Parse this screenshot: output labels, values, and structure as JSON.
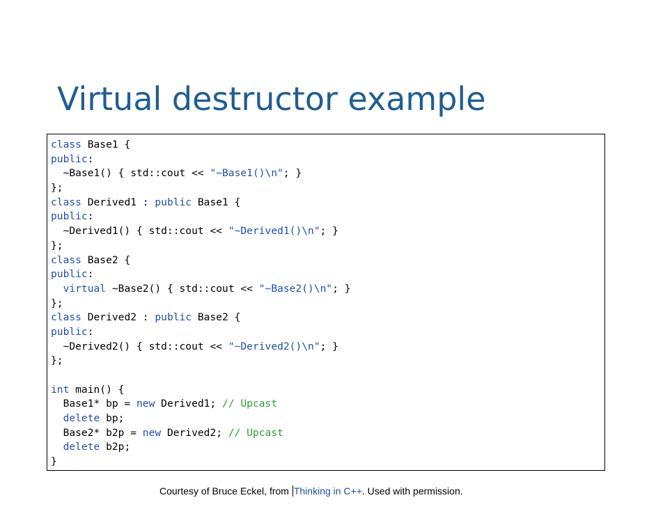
{
  "slide": {
    "title": "Virtual destructor example"
  },
  "colors": {
    "title": "#1f5d93",
    "keyword": "#1f4fa8",
    "string": "#1f4fa8",
    "comment": "#2f9a3a",
    "text": "#000000"
  },
  "code": {
    "lines": [
      [
        {
          "t": "keyword",
          "s": "class"
        },
        {
          "t": "plain",
          "s": " Base1 {"
        }
      ],
      [
        {
          "t": "keyword",
          "s": "public"
        },
        {
          "t": "plain",
          "s": ":"
        }
      ],
      [
        {
          "t": "plain",
          "s": "  ~Base1() { std::cout << "
        },
        {
          "t": "string",
          "s": "\"~Base1()\\n\""
        },
        {
          "t": "plain",
          "s": "; }"
        }
      ],
      [
        {
          "t": "plain",
          "s": "};"
        }
      ],
      [
        {
          "t": "keyword",
          "s": "class"
        },
        {
          "t": "plain",
          "s": " Derived1 : "
        },
        {
          "t": "keyword",
          "s": "public"
        },
        {
          "t": "plain",
          "s": " Base1 {"
        }
      ],
      [
        {
          "t": "keyword",
          "s": "public"
        },
        {
          "t": "plain",
          "s": ":"
        }
      ],
      [
        {
          "t": "plain",
          "s": "  ~Derived1() { std::cout << "
        },
        {
          "t": "string",
          "s": "\"~Derived1()\\n\""
        },
        {
          "t": "plain",
          "s": "; }"
        }
      ],
      [
        {
          "t": "plain",
          "s": "};"
        }
      ],
      [
        {
          "t": "keyword",
          "s": "class"
        },
        {
          "t": "plain",
          "s": " Base2 {"
        }
      ],
      [
        {
          "t": "keyword",
          "s": "public"
        },
        {
          "t": "plain",
          "s": ":"
        }
      ],
      [
        {
          "t": "plain",
          "s": "  "
        },
        {
          "t": "keyword",
          "s": "virtual"
        },
        {
          "t": "plain",
          "s": " ~Base2() { std::cout << "
        },
        {
          "t": "string",
          "s": "\"~Base2()\\n\""
        },
        {
          "t": "plain",
          "s": "; }"
        }
      ],
      [
        {
          "t": "plain",
          "s": "};"
        }
      ],
      [
        {
          "t": "keyword",
          "s": "class"
        },
        {
          "t": "plain",
          "s": " Derived2 : "
        },
        {
          "t": "keyword",
          "s": "public"
        },
        {
          "t": "plain",
          "s": " Base2 {"
        }
      ],
      [
        {
          "t": "keyword",
          "s": "public"
        },
        {
          "t": "plain",
          "s": ":"
        }
      ],
      [
        {
          "t": "plain",
          "s": "  ~Derived2() { std::cout << "
        },
        {
          "t": "string",
          "s": "\"~Derived2()\\n\""
        },
        {
          "t": "plain",
          "s": "; }"
        }
      ],
      [
        {
          "t": "plain",
          "s": "};"
        }
      ],
      [],
      [
        {
          "t": "keyword",
          "s": "int"
        },
        {
          "t": "plain",
          "s": " main() {"
        }
      ],
      [
        {
          "t": "plain",
          "s": "  Base1* bp = "
        },
        {
          "t": "keyword",
          "s": "new"
        },
        {
          "t": "plain",
          "s": " Derived1; "
        },
        {
          "t": "comment",
          "s": "// Upcast"
        }
      ],
      [
        {
          "t": "plain",
          "s": "  "
        },
        {
          "t": "keyword",
          "s": "delete"
        },
        {
          "t": "plain",
          "s": " bp;"
        }
      ],
      [
        {
          "t": "plain",
          "s": "  Base2* b2p = "
        },
        {
          "t": "keyword",
          "s": "new"
        },
        {
          "t": "plain",
          "s": " Derived2; "
        },
        {
          "t": "comment",
          "s": "// Upcast"
        }
      ],
      [
        {
          "t": "plain",
          "s": "  "
        },
        {
          "t": "keyword",
          "s": "delete"
        },
        {
          "t": "plain",
          "s": " b2p;"
        }
      ],
      [
        {
          "t": "plain",
          "s": "}"
        }
      ]
    ]
  },
  "footer": {
    "prefix": "Courtesy of Bruce Eckel, from ",
    "link": "Thinking in C++",
    "suffix": ". Used with permission."
  }
}
